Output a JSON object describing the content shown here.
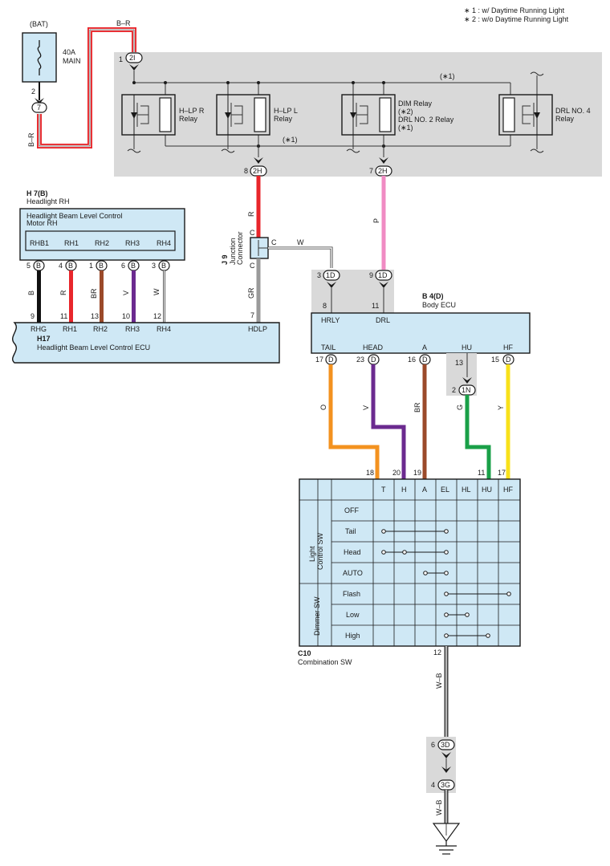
{
  "notes": {
    "n1": "∗ 1 : w/ Daytime Running Light",
    "n2": "∗ 2 : w/o Daytime Running Light"
  },
  "battery": {
    "label": "(BAT)",
    "fuse_amp": "40A",
    "fuse_name": "MAIN",
    "pin_top": "2",
    "connector": "7",
    "wire_vertical": "B–R",
    "wire_top": "B–R"
  },
  "relay_block": {
    "input_pin": "1",
    "input_conn": "2I",
    "note_top": "(∗1)",
    "note_bottom": "(∗1)",
    "relays": [
      {
        "name1": "H–LP R",
        "name2": "Relay"
      },
      {
        "name1": "H–LP L",
        "name2": "Relay"
      },
      {
        "name1": "DIM Relay",
        "name2": "(∗2)",
        "name3": "DRL NO. 2 Relay",
        "name4": "(∗1)"
      },
      {
        "name1": "DRL NO. 4",
        "name2": "Relay"
      }
    ],
    "out_left_pin": "8",
    "out_left_conn": "2H",
    "out_right_pin": "7",
    "out_right_conn": "2H"
  },
  "headlight_motor": {
    "code": "H 7(B)",
    "subtitle": "Headlight RH",
    "title1": "Headlight Beam Level Control",
    "title2": "Motor RH",
    "terminals": [
      "RHB1",
      "RH1",
      "RH2",
      "RH3",
      "RH4"
    ],
    "pins": [
      "5",
      "4",
      "1",
      "6",
      "3"
    ],
    "conn_letter": "B",
    "wire_colors": [
      "B",
      "R",
      "BR",
      "V",
      "W"
    ],
    "ecu_pins": [
      "9",
      "11",
      "13",
      "10",
      "12"
    ]
  },
  "level_ecu": {
    "code": "H17",
    "title": "Headlight Beam Level Control ECU",
    "terminals": [
      "RHG",
      "RH1",
      "RH2",
      "RH3",
      "RH4",
      "HDLP"
    ],
    "hdlp_pin": "7"
  },
  "junction": {
    "code": "J 9",
    "title1": "Junction",
    "title2": "Connector",
    "c_top": "C",
    "c_right": "C",
    "c_bottom": "C",
    "wire_top": "R",
    "wire_right": "W",
    "wire_bottom": "GR"
  },
  "body_ecu": {
    "code": "B 4(D)",
    "title": "Body ECU",
    "in_pins": [
      "3",
      "9"
    ],
    "in_conn": "1D",
    "in_ecu_pins": [
      "8",
      "11"
    ],
    "in_terms": [
      "HRLY",
      "DRL"
    ],
    "drl_wire": "P",
    "out_terms": [
      "TAIL",
      "HEAD",
      "A",
      "HU",
      "HF"
    ],
    "out_pins": [
      "17",
      "23",
      "16",
      "13",
      "15"
    ],
    "out_conn": "D",
    "hu_pin_top": "13",
    "hu_pin": "2",
    "hu_conn": "1N",
    "wire_colors": [
      "O",
      "V",
      "BR",
      "G",
      "Y"
    ],
    "sw_pins": [
      "18",
      "20",
      "19",
      "11",
      "17"
    ]
  },
  "combo_switch": {
    "code": "C10",
    "title": "Combination SW",
    "columns": [
      "T",
      "H",
      "A",
      "EL",
      "HL",
      "HU",
      "HF"
    ],
    "group1": "Light\nControl SW",
    "group1_l1": "Light",
    "group1_l2": "Control SW",
    "group2": "Dimmer SW",
    "rows": [
      "OFF",
      "Tail",
      "Head",
      "AUTO",
      "Flash",
      "Low",
      "High"
    ],
    "ground_pin": "12",
    "ground_wire": "W–B"
  },
  "ground": {
    "pin1": "6",
    "conn1": "3D",
    "pin2": "4",
    "conn2": "3G",
    "wire": "W–B"
  },
  "wire_colors": {
    "red": "#e8262b",
    "pink": "#f08bc3",
    "black": "#111111",
    "brown": "#9b4a2a",
    "violet": "#6b2a8f",
    "white": "#ffffff",
    "gray": "#9a9a9a",
    "orange": "#f3921f",
    "green": "#1aa048",
    "yellow": "#f8e11a",
    "panel_fill": "#cfe8f5",
    "shade": "#d9d9d9"
  }
}
